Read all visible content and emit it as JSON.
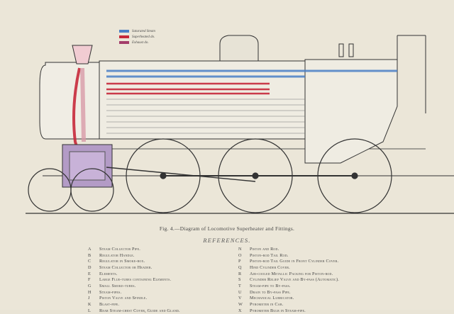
{
  "legend": [
    {
      "label": "Saturated Steam",
      "color": "#4a7fc6"
    },
    {
      "label": "Superheated do.",
      "color": "#c6283a"
    },
    {
      "label": "Exhaust do.",
      "color": "#a33d6a"
    }
  ],
  "caption": "Fig. 4.—Diagram of Locomotive Superheater and Fittings.",
  "references_heading": "REFERENCES.",
  "references_left": [
    {
      "letter": "A",
      "text": "Steam Collector Pipe."
    },
    {
      "letter": "B",
      "text": "Regulator Handle."
    },
    {
      "letter": "C",
      "text": "Regulator in Smoke-box."
    },
    {
      "letter": "D",
      "text": "Steam Collector or Header."
    },
    {
      "letter": "E",
      "text": "Elements."
    },
    {
      "letter": "F",
      "text": "Large Flue-tubes containing Elements."
    },
    {
      "letter": "G",
      "text": "Small Smoke-tubes."
    },
    {
      "letter": "H",
      "text": "Steam-pipes."
    },
    {
      "letter": "J",
      "text": "Piston Valve and Spindle."
    },
    {
      "letter": "K",
      "text": "Blast-pipe."
    },
    {
      "letter": "L",
      "text": "Rear Steam-chest Cover, Guide and Gland."
    }
  ],
  "references_right": [
    {
      "letter": "N",
      "text": "Piston and Rod."
    },
    {
      "letter": "O",
      "text": "Piston-rod Tail Rod."
    },
    {
      "letter": "P",
      "text": "Piston-rod Tail Guide in Front Cylinder Cover."
    },
    {
      "letter": "Q",
      "text": "Hind Cylinder Cover."
    },
    {
      "letter": "R",
      "text": "Air-cooled Metallic Packing for Piston-rod."
    },
    {
      "letter": "S",
      "text": "Cylinder Relief Valve and By-pass (Automatic)."
    },
    {
      "letter": "T",
      "text": "Steam-pipe to By-pass."
    },
    {
      "letter": "U",
      "text": "Drain to By-pass Pipe."
    },
    {
      "letter": "V",
      "text": "Mechanical Lubricator."
    },
    {
      "letter": "W",
      "text": "Pyrometer in Cab."
    },
    {
      "letter": "X",
      "text": "Pyrometer Bulb in Steam-pipe."
    }
  ]
}
